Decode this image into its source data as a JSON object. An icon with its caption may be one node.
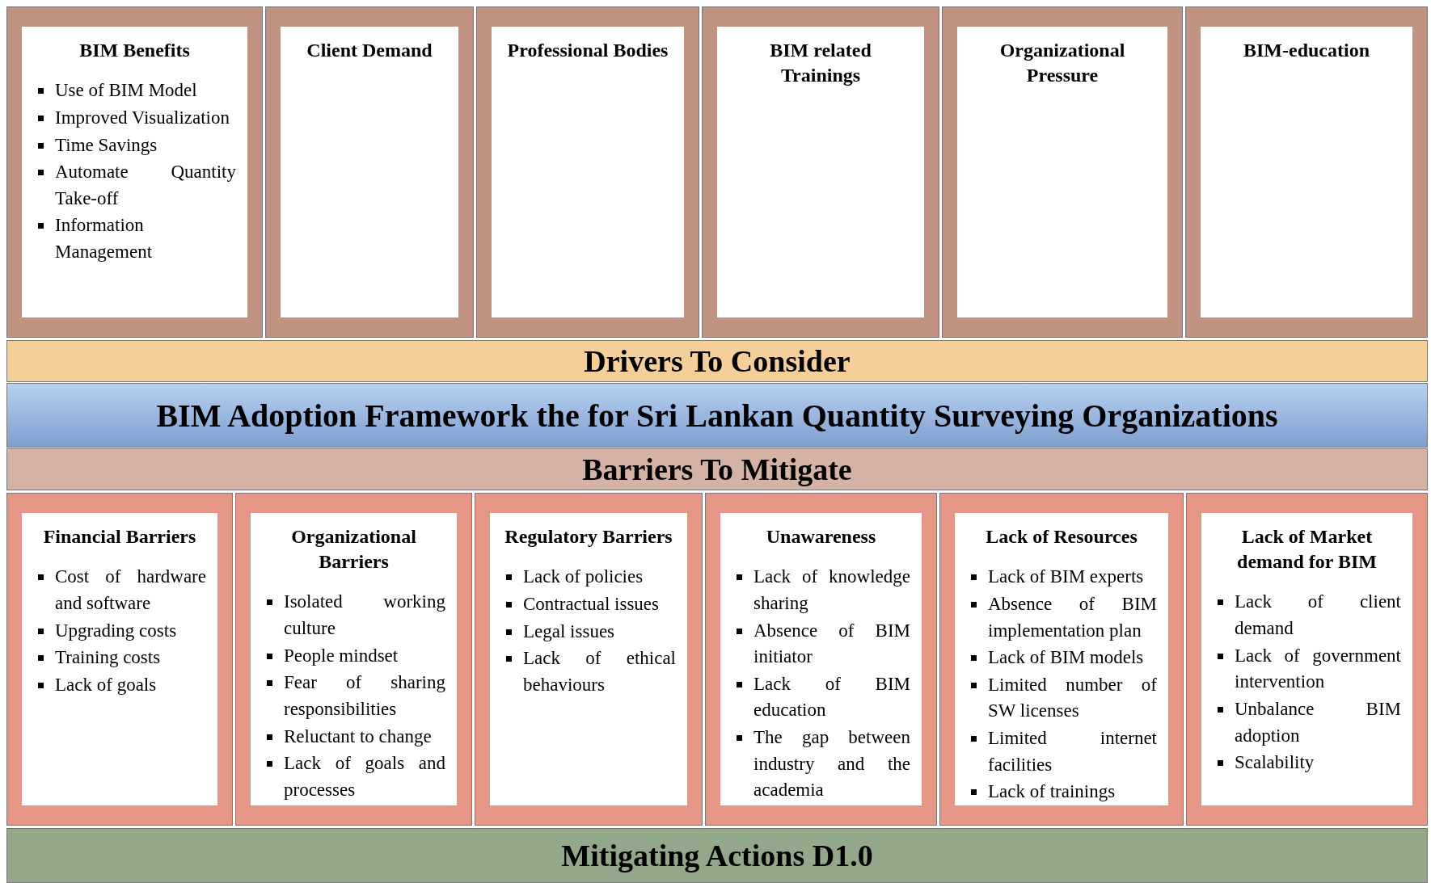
{
  "diagram": {
    "nodes": [
      {
        "text": [
          "BIM Benefits",
          "Use of BIM Model",
          "Improved Visualization",
          "Time Savings",
          "Automate Quantity Take-off",
          "Information Management"
        ]
      },
      {
        "text": [
          "Client Demand"
        ]
      },
      {
        "text": [
          "Professional Bodies"
        ]
      },
      {
        "text": [
          "BIM related Trainings"
        ]
      },
      {
        "text": [
          "Organizational Pressure"
        ]
      },
      {
        "text": [
          "BIM-education"
        ]
      },
      {
        "text": [
          "Drivers To Consider"
        ]
      },
      {
        "text": [
          "BIM Adoption Framework the for Sri Lankan Quantity Surveying Organizations"
        ]
      },
      {
        "text": [
          "Barriers To Mitigate"
        ]
      },
      {
        "text": [
          "Financial Barriers",
          "Cost of hardware and software",
          "Upgrading costs",
          "Training costs",
          "Lack of goals"
        ]
      },
      {
        "text": [
          "Organizational Barriers",
          "Isolated working culture",
          "People mindset",
          "Fear of sharing responsibilities",
          "Reluctant to change",
          "Lack of goals and processes"
        ]
      },
      {
        "text": [
          "Regulatory Barriers",
          "Lack of policies",
          "Contractual issues",
          "Legal issues",
          "Lack of ethical behaviours"
        ]
      },
      {
        "text": [
          "Unawareness",
          "Lack of knowledge sharing",
          "Absence of BIM initiator",
          "Lack of BIM education",
          "The gap between industry and the academia"
        ]
      },
      {
        "text": [
          "Lack of Resources",
          "Lack of BIM experts",
          "Absence of BIM implementation plan",
          "Lack of BIM models",
          "Limited number of SW licenses",
          "Limited internet facilities",
          "Lack of trainings"
        ]
      },
      {
        "text": [
          "Lack of Market demand for BIM",
          "Lack of client demand",
          "Lack of government intervention",
          "Unbalance BIM adoption",
          "Scalability"
        ]
      },
      {
        "text": [
          "Mitigating Actions D1.0"
        ]
      }
    ]
  }
}
